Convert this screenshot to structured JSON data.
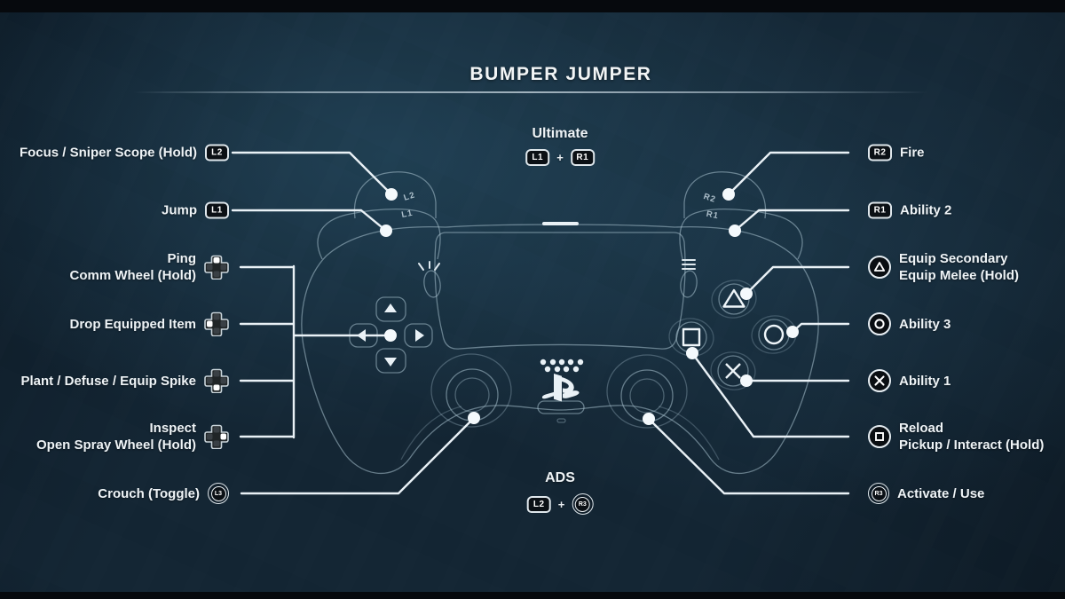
{
  "title": "BUMPER JUMPER",
  "colors": {
    "background": "#142634",
    "letterbox": "#06090d",
    "label_text": "#eef3f6",
    "line": "#e8eff4",
    "controller_outline": "#a9c2d0"
  },
  "left": [
    {
      "line1": "Focus / Sniper Scope (Hold)",
      "btn": "L2",
      "icon": "l2-button"
    },
    {
      "line1": "Jump",
      "btn": "L1",
      "icon": "l1-button"
    },
    {
      "line1": "Ping",
      "line2": "Comm Wheel (Hold)",
      "btn": "dpad-up",
      "icon": "dpad-up"
    },
    {
      "line1": "Drop Equipped Item",
      "btn": "dpad-left",
      "icon": "dpad-left"
    },
    {
      "line1": "Plant / Defuse / Equip Spike",
      "btn": "dpad-down",
      "icon": "dpad-down"
    },
    {
      "line1": "Inspect",
      "line2": "Open Spray Wheel (Hold)",
      "btn": "dpad-right",
      "icon": "dpad-right"
    },
    {
      "line1": "Crouch (Toggle)",
      "btn": "L3",
      "icon": "l3-stick"
    }
  ],
  "right": [
    {
      "line1": "Fire",
      "btn": "R2",
      "icon": "r2-button"
    },
    {
      "line1": "Ability 2",
      "btn": "R1",
      "icon": "r1-button"
    },
    {
      "line1": "Equip Secondary",
      "line2": "Equip Melee (Hold)",
      "btn": "triangle",
      "icon": "triangle-button"
    },
    {
      "line1": "Ability 3",
      "btn": "circle",
      "icon": "circle-button"
    },
    {
      "line1": "Ability 1",
      "btn": "cross",
      "icon": "cross-button"
    },
    {
      "line1": "Reload",
      "line2": "Pickup / Interact (Hold)",
      "btn": "square",
      "icon": "square-button"
    },
    {
      "line1": "Activate / Use",
      "btn": "R3",
      "icon": "r3-stick"
    }
  ],
  "combos": {
    "ultimate": {
      "label": "Ultimate",
      "btn_a": "L1",
      "plus": "+",
      "btn_b": "R1"
    },
    "ads": {
      "label": "ADS",
      "btn_a": "L2",
      "plus": "+",
      "btn_b": "R3"
    }
  },
  "controller_labels": {
    "l2": "L2",
    "l1": "L1",
    "r2": "R2",
    "r1": "R1"
  }
}
